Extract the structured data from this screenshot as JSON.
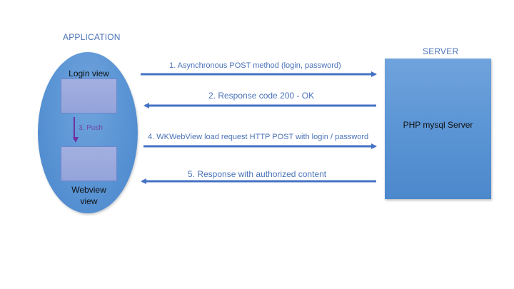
{
  "application": {
    "title": "APPLICATION",
    "login_view_label": "Login view",
    "webview_label_line1": "Webview",
    "webview_label_line2": "view",
    "push_label": "3. Push"
  },
  "server": {
    "title": "SERVER",
    "box_label": "PHP mysql Server"
  },
  "messages": [
    {
      "label": "1. Asynchronous POST method (login, password)",
      "direction": "to-server"
    },
    {
      "label": "2. Response code 200 - OK",
      "direction": "to-app"
    },
    {
      "label": "4. WKWebView load request HTTP POST with login / password",
      "direction": "to-server"
    },
    {
      "label": "5. Response with authorized content",
      "direction": "to-app"
    }
  ],
  "colors": {
    "arrow": "#4472c4",
    "push_arrow": "#7030a0",
    "text_blue": "#4a72b8"
  }
}
